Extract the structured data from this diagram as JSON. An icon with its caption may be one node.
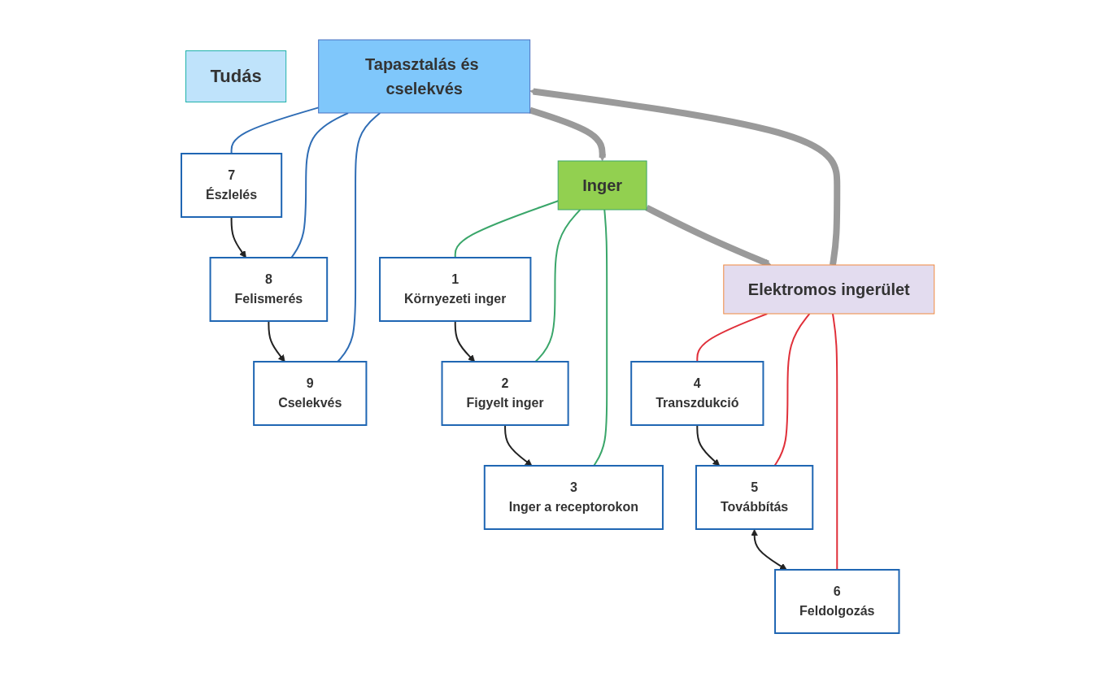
{
  "diagram": {
    "nodes": [
      {
        "text": [
          "Tudás"
        ]
      },
      {
        "text": [
          "7",
          "Észlelés"
        ]
      },
      {
        "text": [
          "8",
          "Felismerés"
        ]
      },
      {
        "text": [
          "9",
          "Cselekvés"
        ]
      },
      {
        "text": [
          "Tapasztalás és cselekvés"
        ]
      },
      {
        "text": [
          "6",
          "Feldolgozás"
        ]
      },
      {
        "text": [
          "1",
          "Környezeti inger"
        ]
      },
      {
        "text": [
          "Inger"
        ]
      },
      {
        "text": [
          "Elektromos ingerület"
        ]
      },
      {
        "text": [
          "5",
          "Továbbítás"
        ]
      },
      {
        "text": [
          "2",
          "Figyelt inger"
        ]
      },
      {
        "text": [
          "4",
          "Transzdukció"
        ]
      },
      {
        "text": [
          "3",
          "Inger a receptorokon"
        ]
      }
    ],
    "edges": [
      {
        "from": 4,
        "to": 1,
        "arrow": "none",
        "color": "#2f6db5"
      },
      {
        "from": 4,
        "to": 2,
        "arrow": "none",
        "color": "#2f6db5"
      },
      {
        "from": 4,
        "to": 3,
        "arrow": "none",
        "color": "#2f6db5"
      },
      {
        "from": 1,
        "to": 2,
        "arrow": "to"
      },
      {
        "from": 2,
        "to": 3,
        "arrow": "to"
      },
      {
        "from": 4,
        "to": 7,
        "arrow": "to",
        "style": "thick",
        "color": "#9a9a9a"
      },
      {
        "from": 7,
        "to": 6,
        "arrow": "none",
        "color": "#3aa66a"
      },
      {
        "from": 7,
        "to": 10,
        "arrow": "none",
        "color": "#3aa66a"
      },
      {
        "from": 7,
        "to": 12,
        "arrow": "none",
        "color": "#3aa66a"
      },
      {
        "from": 6,
        "to": 10,
        "arrow": "to"
      },
      {
        "from": 10,
        "to": 12,
        "arrow": "to"
      },
      {
        "from": 7,
        "to": 8,
        "arrow": "to",
        "style": "thick",
        "color": "#9a9a9a"
      },
      {
        "from": 8,
        "to": 11,
        "arrow": "none",
        "color": "#e0303a"
      },
      {
        "from": 8,
        "to": 9,
        "arrow": "none",
        "color": "#e0303a"
      },
      {
        "from": 8,
        "to": 5,
        "arrow": "none",
        "color": "#e0303a"
      },
      {
        "from": 11,
        "to": 9,
        "arrow": "to"
      },
      {
        "from": 9,
        "to": 5,
        "arrow": "both"
      },
      {
        "from": 8,
        "to": 4,
        "arrow": "to",
        "style": "thick",
        "color": "#9a9a9a"
      }
    ]
  }
}
